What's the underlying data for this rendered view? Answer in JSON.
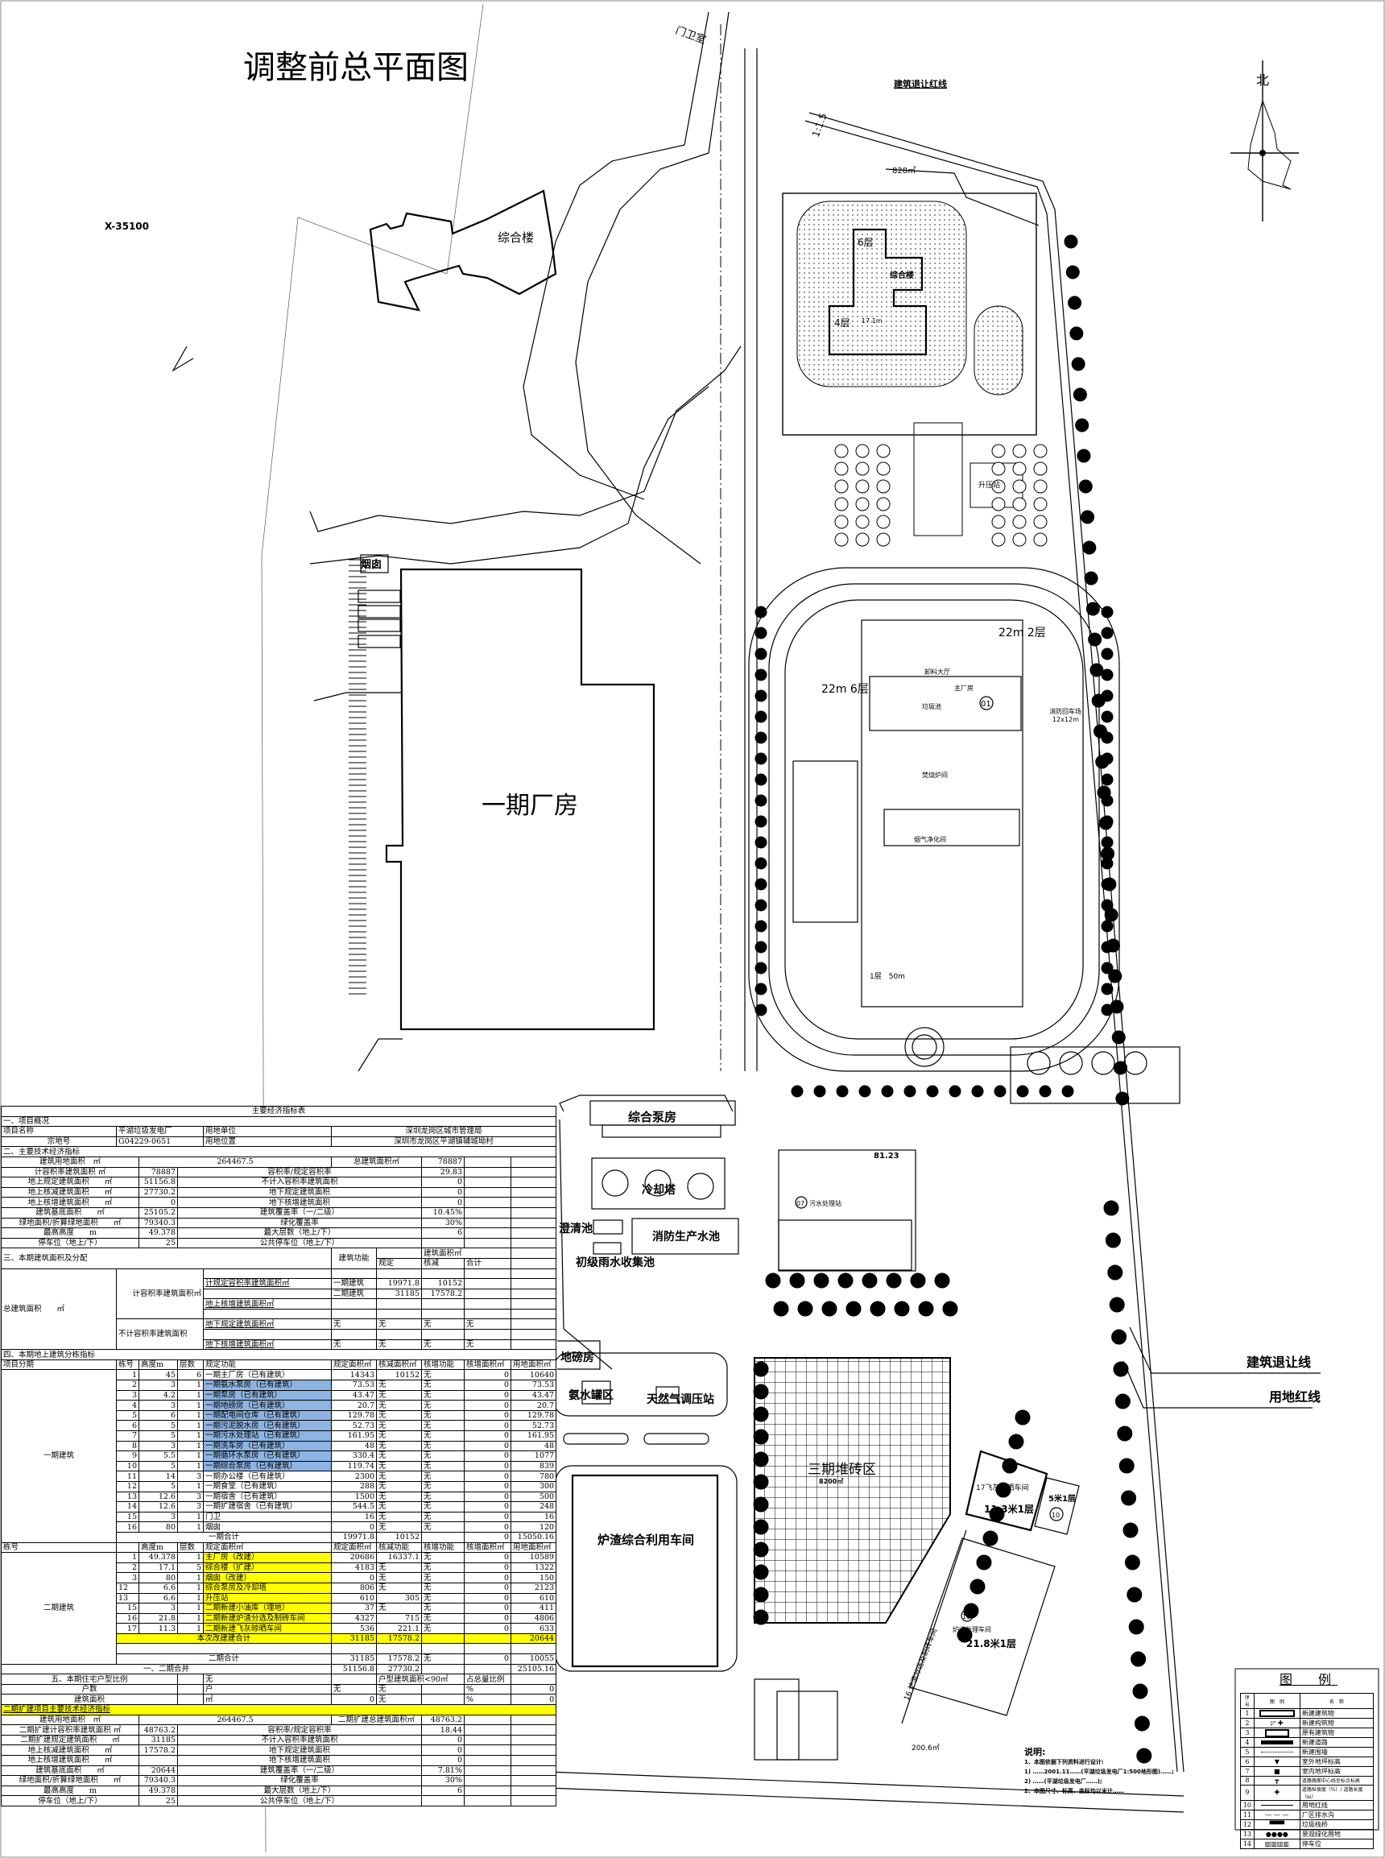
{
  "plan": {
    "title": "调整前总平面图",
    "coord_x": "X-35100",
    "north": "北",
    "labels": {
      "guard_room": "门卫室",
      "office_old": "综合楼",
      "setback_red": "建筑退让红线",
      "slope": "1:1.5",
      "area_828": "828㎡",
      "chimney": "烟囱",
      "phase1_plant": "一期厂房",
      "h22_2": "22m 2层",
      "h22_6": "22m 6层",
      "main_plant": "主厂房",
      "main_no": "01",
      "garbage_pit": "垃圾池",
      "unload_hall": "卸料大厅",
      "boiler": "焚烧炉间",
      "flue_gas": "烟气净化间",
      "fire_turn": "消防回车场",
      "fire_turn_size": "12x12m",
      "one_floor": "1层　50m",
      "office_new": "综合楼",
      "office_6f": "6层",
      "office_4f": "4层",
      "office_h": "17.1m",
      "sports": "升压站",
      "pump_house": "综合泵房",
      "cooling_tower": "冷却塔",
      "clarifier": "澄清池",
      "fire_pool": "消防生产水池",
      "rain_pool": "初级雨水收集池",
      "elev_8123": "81.23",
      "sewage": "污水处理站",
      "sewage_no": "07",
      "setback_line": "建筑退让线",
      "red_line": "用地红线",
      "weigh": "地磅房",
      "ammonia": "氨水罐区",
      "gas_station": "天然气调压站",
      "brick_yard": "三期堆砖区",
      "brick_area": "8200㎡",
      "slag_use": "炉渣综合利用车间",
      "fly_ash": "17飞灰晾晒车间",
      "fly_ash_h": "11.3米1层",
      "b10_h": "5米1层",
      "b10_no": "10",
      "slag_sort": "16 炉渣分选及制砖车间",
      "slag_h": "21.8米1层",
      "slag_proc": "炉渣处理车间",
      "slag_no": "16",
      "area_2006": "200.6㎡"
    }
  },
  "legend": {
    "title": "图　例",
    "headers": [
      "序号",
      "图　例",
      "名　称"
    ],
    "items": [
      {
        "no": "1",
        "name": "新建建筑物"
      },
      {
        "no": "2",
        "name": "新建构筑物"
      },
      {
        "no": "3",
        "name": "原有建筑物"
      },
      {
        "no": "4",
        "name": "新建道路"
      },
      {
        "no": "5",
        "name": "新建围墙"
      },
      {
        "no": "6",
        "name": "室外地坪标高"
      },
      {
        "no": "7",
        "name": "室内地坪标高"
      },
      {
        "no": "8",
        "name": "道路路面中心线坐标点标高"
      },
      {
        "no": "9",
        "name": "道路纵坡度（%）/ 道路长度（m）"
      },
      {
        "no": "10",
        "name": "用地红线"
      },
      {
        "no": "11",
        "name": "厂区排水沟"
      },
      {
        "no": "12",
        "name": "垃圾栈桥"
      },
      {
        "no": "13",
        "name": "景观绿化用地"
      },
      {
        "no": "14",
        "name": "停车位"
      }
    ]
  },
  "notes": {
    "title": "说明:",
    "lines": [
      "1、本图依据下列资料进行设计:",
      "1) ……2001.11……(平湖垃圾发电厂1:500地形图)……;",
      "2) ……(平湖垃圾发电厂……);",
      "2、本图尺寸、标高、坐标均以米计……"
    ]
  },
  "table": {
    "title": "主要经济指标表",
    "s1": "一、项目概况",
    "project": [
      [
        "项目名称",
        "平湖垃圾发电厂",
        "用地单位",
        "深圳龙岗区城市管理局"
      ],
      [
        "宗地号",
        "G04229-0651",
        "用地位置",
        "深圳市龙岗区平湖镇辅城坳村"
      ]
    ],
    "s2": "二、主要技术经济指标",
    "s2_first": [
      "建筑用地面积　㎡",
      "264467.5",
      "总建筑面积㎡",
      "78887"
    ],
    "s2_rows": [
      [
        "计容积率建筑面积 ㎡",
        "78887",
        "容积率/规定容积率",
        "29.83"
      ],
      [
        "地上规定建筑面积　　㎡",
        "51156.8",
        "不计入容积率建筑面积",
        "0"
      ],
      [
        "地上核减建筑面积　　㎡",
        "27730.2",
        "地下规定建筑面积",
        "0"
      ],
      [
        "地上核增建筑面积　　㎡",
        "0",
        "地下核增建筑面积",
        "0"
      ],
      [
        "建筑基底面积　　㎡",
        "25105.2",
        "建筑覆盖率（一/二级）",
        "10.45%"
      ],
      [
        "绿地面积/折算绿地面积　　㎡",
        "79340.3",
        "绿化覆盖率",
        "30%"
      ],
      [
        "最高高度　　m",
        "49.378",
        "最大层数（地上/下）",
        "6"
      ],
      [
        "停车位（地上/下）",
        "25",
        "公共停车位（地上/下）",
        ""
      ]
    ],
    "s3": {
      "title": "三、本期建筑面积及分配",
      "func": "建筑功能",
      "area": "建筑面积㎡",
      "cols": [
        "规定",
        "核减",
        "合计"
      ],
      "total": "总建筑面积　　㎡",
      "fa": "计容积率建筑面积㎡",
      "nfa": "不计容积率建筑面积　　㎡",
      "rows": [
        [
          "计规定容积率建筑面积㎡",
          "一期建筑",
          "19971.8",
          "10152",
          ""
        ],
        [
          "",
          "二期建筑",
          "31185",
          "17578.2",
          ""
        ],
        [
          "地上核增建筑面积㎡",
          "",
          "",
          "",
          ""
        ],
        [
          "地下规定建筑面积㎡",
          "无",
          "无",
          "无",
          "无"
        ],
        [
          "地下核增建筑面积㎡",
          "无",
          "无",
          "无",
          "无"
        ]
      ]
    },
    "s4": {
      "title": "四、本期地上建筑分栋指标",
      "headers": [
        "项目分期",
        "栋号",
        "高度m",
        "层数",
        "规定功能",
        "规定面积㎡",
        "核减面积㎡",
        "核增功能",
        "核增面积㎡",
        "用地面积㎡"
      ],
      "phase1_label": "一期建筑",
      "phase1": [
        [
          "1",
          "45",
          "6",
          "一期主厂房（已有建筑）",
          "14343",
          "10152",
          "无",
          "0",
          "10640"
        ],
        [
          "2",
          "3",
          "1",
          "一期氨水泵房（已有建筑）",
          "73.53",
          "无",
          "无",
          "0",
          "73.53"
        ],
        [
          "3",
          "4.2",
          "1",
          "一期泵房（已有建筑）",
          "43.47",
          "无",
          "无",
          "0",
          "43.47"
        ],
        [
          "4",
          "3",
          "1",
          "一期地磅房（已有建筑）",
          "20.7",
          "无",
          "无",
          "0",
          "20.7"
        ],
        [
          "5",
          "6",
          "1",
          "一期配电间仓库（已有建筑）",
          "129.78",
          "无",
          "无",
          "0",
          "129.78"
        ],
        [
          "6",
          "5",
          "1",
          "一期污泥脱水房（已有建筑）",
          "52.73",
          "无",
          "无",
          "0",
          "52.73"
        ],
        [
          "7",
          "5",
          "1",
          "一期污水处理站（已有建筑）",
          "161.95",
          "无",
          "无",
          "0",
          "161.95"
        ],
        [
          "8",
          "3",
          "1",
          "一期洗车房（已有建筑）",
          "48",
          "无",
          "无",
          "0",
          "48"
        ],
        [
          "9",
          "5.5",
          "1",
          "一期循环水泵房（已有建筑）",
          "330.4",
          "无",
          "无",
          "0",
          "1077"
        ],
        [
          "10",
          "5",
          "1",
          "一期综合泵房（已有建筑）",
          "119.74",
          "无",
          "无",
          "0",
          "839"
        ],
        [
          "11",
          "14",
          "3",
          "一期办公楼（已有建筑）",
          "2300",
          "无",
          "无",
          "0",
          "780"
        ],
        [
          "12",
          "5",
          "1",
          "一期食堂（已有建筑）",
          "288",
          "无",
          "无",
          "0",
          "300"
        ],
        [
          "13",
          "12.6",
          "3",
          "一期宿舍（已有建筑）",
          "1500",
          "无",
          "无",
          "0",
          "500"
        ],
        [
          "14",
          "12.6",
          "3",
          "一期扩建宿舍（已有建筑）",
          "544.5",
          "无",
          "无",
          "0",
          "248"
        ],
        [
          "15",
          "3",
          "1",
          "门卫",
          "16",
          "无",
          "无",
          "0",
          "16"
        ],
        [
          "16",
          "80",
          "1",
          "烟囱",
          "0",
          "无",
          "无",
          "0",
          "120"
        ]
      ],
      "phase1_total": [
        "一期合计",
        "19971.8",
        "10152",
        "",
        "0",
        "15050.16"
      ],
      "headers2": [
        "栋号",
        "",
        "高度m",
        "层数",
        "规定面积㎡",
        "规定面积㎡",
        "核减功能",
        "核增功能",
        "核增面积㎡",
        "用地面积㎡"
      ],
      "phase2_label": "二期建筑",
      "phase2": [
        [
          "1",
          "49.378",
          "1",
          "主厂房（改建）",
          "20686",
          "16337.1",
          "无",
          "0",
          "10589"
        ],
        [
          "2",
          "17.1",
          "5",
          "综合楼（扩建）",
          "4183",
          "无",
          "无",
          "0",
          "1322"
        ],
        [
          "3",
          "80",
          "1",
          "烟囱（改建）",
          "0",
          "无",
          "无",
          "0",
          "150"
        ],
        [
          "12",
          "6.6",
          "1",
          "综合泵房及冷却塔",
          "806",
          "无",
          "无",
          "0",
          "2123"
        ],
        [
          "13",
          "6.6",
          "1",
          "升压站",
          "610",
          "305",
          "无",
          "0",
          "610"
        ],
        [
          "15",
          "3",
          "1",
          "二期新建小油库（埋地）",
          "37",
          "无",
          "无",
          "0",
          "411"
        ],
        [
          "16",
          "21.8",
          "1",
          "二期新建炉渣分选及制砖车间",
          "4327",
          "715",
          "无",
          "0",
          "4806"
        ],
        [
          "17",
          "11.3",
          "1",
          "二期新建飞灰晾晒车间",
          "536",
          "221.1",
          "无",
          "0",
          "633"
        ]
      ],
      "rebuild_total": [
        "本次改建建合计",
        "31185",
        "17578.2",
        "",
        "",
        "20644"
      ],
      "phase2_total": [
        "二期合计",
        "31185",
        "17578.2",
        "无",
        "0",
        "10055"
      ],
      "combined": [
        "一、二期合并",
        "51156.8",
        "27730.2",
        "",
        "",
        "25105.16"
      ]
    },
    "s5": {
      "title": "五、本期住宅户型比例",
      "none": "无",
      "type_area": "户型建筑面积<90㎡",
      "ratio": "占总量比例",
      "rows": [
        [
          "户数",
          "户",
          "无",
          "无",
          "%",
          "0"
        ],
        [
          "建筑面积",
          "㎡",
          "0",
          "无",
          "%",
          "0"
        ]
      ]
    },
    "s6": "二期扩建项目主要技术经济指标",
    "s6_first": [
      "建筑用地面积　㎡",
      "264467.5",
      "二期扩建总建筑面积㎡",
      "48763.2"
    ],
    "s6_rows": [
      [
        "二期扩建计容积率建筑面积 ㎡",
        "48763.2",
        "容积率/规定容积率",
        "18.44"
      ],
      [
        "二期扩建规定建筑面积　　㎡",
        "31185",
        "不计入容积率建筑面积",
        "0"
      ],
      [
        "地上核减建筑面积　　㎡",
        "17578.2",
        "地下规定建筑面积",
        "0"
      ],
      [
        "地上核增建筑面积　　㎡",
        "",
        "地下核增建筑面积",
        "0"
      ],
      [
        "建筑基底面积　　㎡",
        "20644",
        "建筑覆盖率（一/二级）",
        "7.81%"
      ],
      [
        "绿地面积/折算绿地面积　　㎡",
        "79340.3",
        "绿化覆盖率",
        "30%"
      ],
      [
        "最高高度　　m",
        "49.378",
        "最大层数（地上/下）",
        "6"
      ],
      [
        "停车位（地上/下）",
        "25",
        "公共停车位（地上/下）",
        ""
      ]
    ]
  }
}
